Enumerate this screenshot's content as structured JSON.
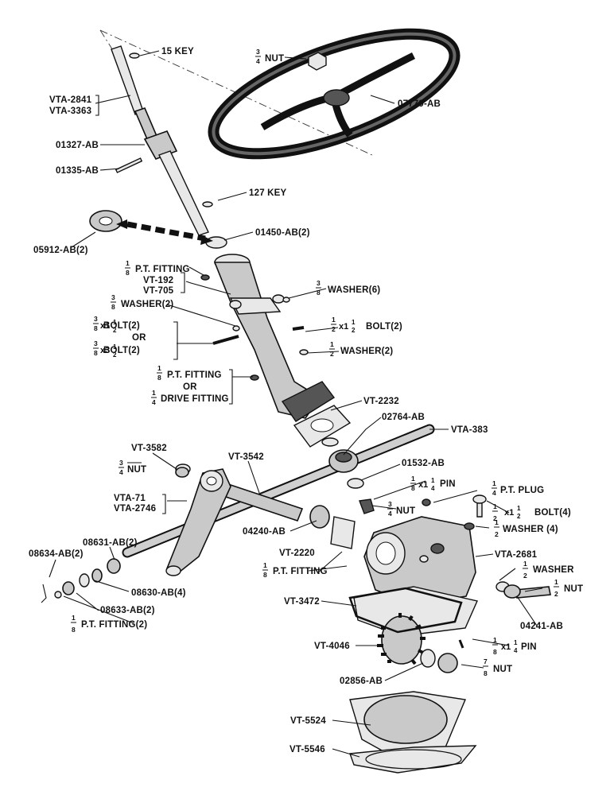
{
  "labels": {
    "key15": "15 KEY",
    "nut34_top": "NUT",
    "vta2841": "VTA-2841",
    "vta3363": "VTA-3363",
    "wheel": "07779-AB",
    "p01327": "01327-AB",
    "p01335": "01335-AB",
    "key127": "127 KEY",
    "p05912": "05912-AB(2)",
    "p01450": "01450-AB(2)",
    "ptfit_a": "P.T. FITTING",
    "vt192": "VT-192",
    "vt705": "VT-705",
    "washer38_6": "WASHER(6)",
    "washer38_2": "WASHER(2)",
    "bolt38_112": "BOLT(2)",
    "or1": "OR",
    "bolt38_312": "BOLT(2)",
    "bolt12_112": "BOLT(2)",
    "washer12_2": "WASHER(2)",
    "ptfit_b": "P.T. FITTING",
    "or2": "OR",
    "drivefit": "DRIVE FITTING",
    "vt2232": "VT-2232",
    "p02764": "02764-AB",
    "vta383": "VTA-383",
    "vt3582": "VT-3582",
    "vt3542": "VT-3542",
    "nut34_mid": "NUT",
    "p01532": "01532-AB",
    "pin_a": "PIN",
    "ptplug": "P.T. PLUG",
    "vta71": "VTA-71",
    "vta2746": "VTA-2746",
    "nut34_low": "NUT",
    "bolt12_4": "BOLT(4)",
    "p04240": "04240-AB",
    "washer12_4": "WASHER (4)",
    "p08631": "08631-AB(2)",
    "vt2220": "VT-2220",
    "p08634": "08634-AB(2)",
    "vta2681": "VTA-2681",
    "ptfit_c": "P.T. FITTING",
    "washer12": "WASHER",
    "p08630": "08630-AB(4)",
    "nut12": "NUT",
    "vt3472": "VT-3472",
    "p08633": "08633-AB(2)",
    "ptfit_2": "P.T. FITTING(2)",
    "p04241": "04241-AB",
    "vt4046": "VT-4046",
    "pin_b": "PIN",
    "nut78": "NUT",
    "p02856": "02856-AB",
    "vt5524": "VT-5524",
    "vt5546": "VT-5546"
  }
}
